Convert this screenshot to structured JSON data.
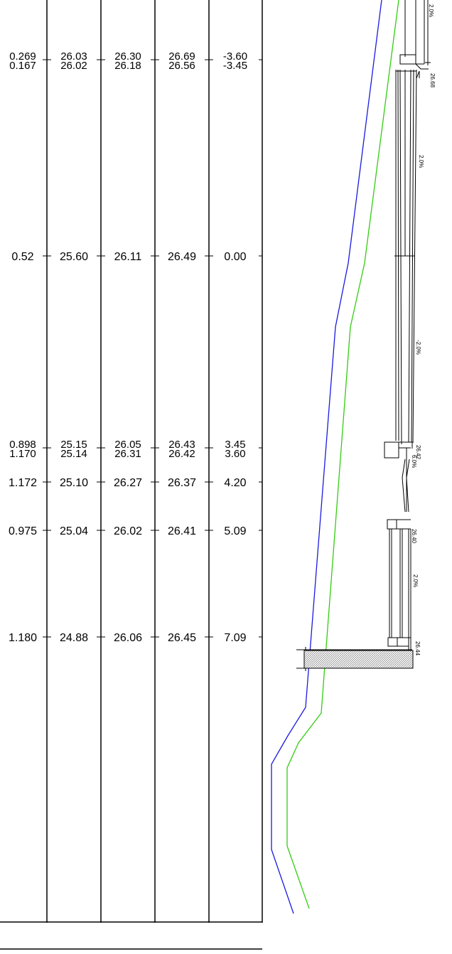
{
  "table": {
    "rows": [
      {
        "cells": [
          "0.269",
          "26.03",
          "26.30",
          "26.69",
          "-3.60"
        ]
      },
      {
        "cells": [
          "0.167",
          "26.02",
          "26.18",
          "26.56",
          "-3.45"
        ]
      },
      {
        "cells": [
          "0.52",
          "25.60",
          "26.11",
          "26.49",
          "0.00"
        ]
      },
      {
        "cells": [
          "0.898",
          "25.15",
          "26.05",
          "26.43",
          "3.45"
        ]
      },
      {
        "cells": [
          "1.170",
          "25.14",
          "26.31",
          "26.42",
          "3.60"
        ]
      },
      {
        "cells": [
          "1.172",
          "25.10",
          "26.27",
          "26.37",
          "4.20"
        ]
      },
      {
        "cells": [
          "0.975",
          "25.04",
          "26.02",
          "26.41",
          "5.09"
        ]
      },
      {
        "cells": [
          "1.180",
          "24.88",
          "26.06",
          "26.45",
          "7.09"
        ]
      }
    ]
  },
  "section": {
    "elevation_labels": [
      "26.68",
      "26.42",
      "26.40",
      "26.44"
    ],
    "slope_labels": [
      "2.0%",
      "2.0%",
      "-2.0%",
      "6.0%",
      "2.0%"
    ],
    "line_colors": {
      "existing_ground": "#1a1adf",
      "design_line": "#33cc11",
      "structure": "#000000"
    }
  }
}
